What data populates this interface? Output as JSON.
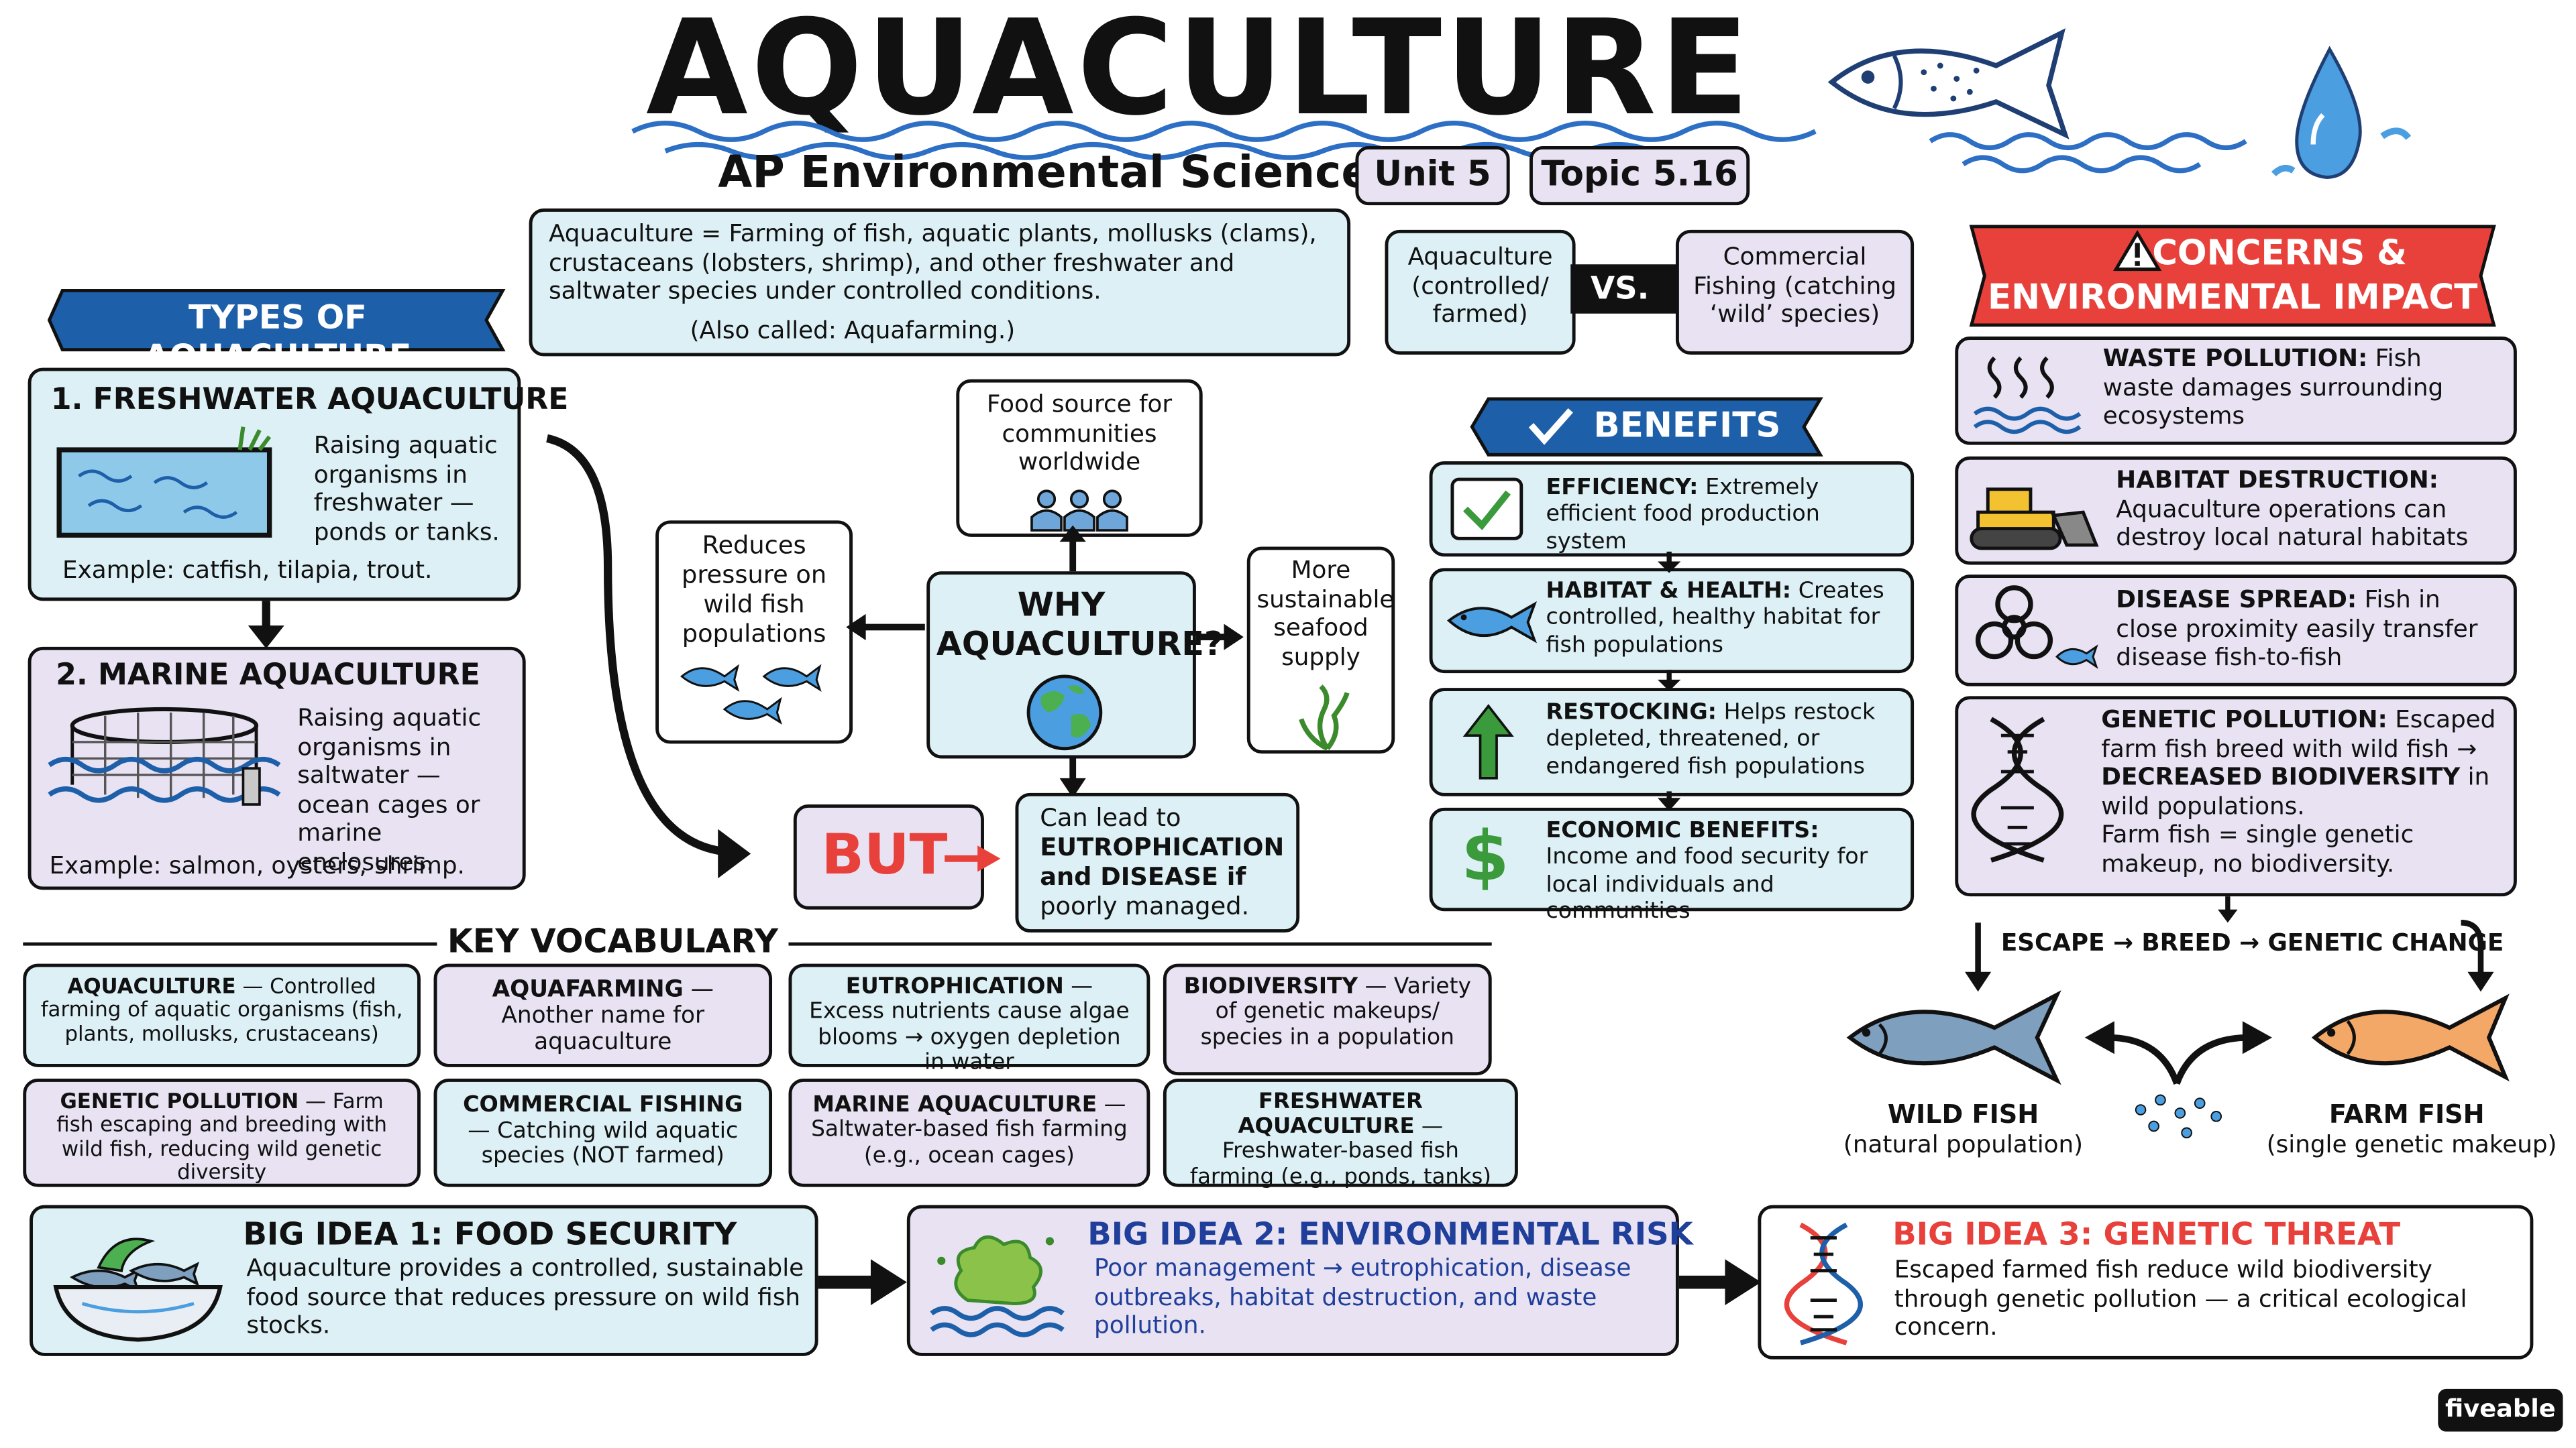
{
  "header": {
    "title": "AQUACULTURE",
    "subtitle": "AP Environmental Science",
    "unit": "Unit 5",
    "topic": "Topic 5.16"
  },
  "definition": {
    "text": "Aquaculture = Farming of fish, aquatic plants, mollusks (clams), crustaceans (lobsters, shrimp), and other freshwater and saltwater species under controlled conditions.",
    "also": "(Also called: Aquafarming.)"
  },
  "comparison": {
    "left": "Aquaculture (controlled/ farmed)",
    "vs": "VS.",
    "right": "Commercial Fishing (catching ‘wild’ species)"
  },
  "types": {
    "heading": "TYPES OF AQUACULTURE",
    "freshwater": {
      "title": "1. FRESHWATER AQUACULTURE",
      "desc": "Raising aquatic organisms in freshwater — ponds or tanks.",
      "example": "Example: catfish, tilapia, trout."
    },
    "marine": {
      "title": "2. MARINE AQUACULTURE",
      "desc": "Raising aquatic organisms in saltwater — ocean cages or marine enclosures.",
      "example": "Example: salmon, oysters, shrimp."
    }
  },
  "why": {
    "center": "WHY AQUACULTURE?",
    "top": "Food source for communities worldwide",
    "left": "Reduces pressure on wild fish populations",
    "right": "More sustainable seafood supply",
    "but": "BUT",
    "but_text_1": "Can lead to",
    "but_text_2": "EUTROPHICATION",
    "but_text_3": "and DISEASE if",
    "but_text_4": "poorly managed."
  },
  "benefits": {
    "heading": "BENEFITS",
    "items": [
      {
        "label": "EFFICIENCY:",
        "text": "Extremely efficient food production system"
      },
      {
        "label": "HABITAT & HEALTH:",
        "text": "Creates controlled, healthy habitat for fish populations"
      },
      {
        "label": "RESTOCKING:",
        "text": "Helps restock depleted, threatened, or endangered fish populations"
      },
      {
        "label": "ECONOMIC BENEFITS:",
        "text": "Income and food security for local individuals and communities"
      }
    ]
  },
  "concerns": {
    "heading_1": "CONCERNS &",
    "heading_2": "ENVIRONMENTAL IMPACT",
    "items": [
      {
        "label": "WASTE POLLUTION:",
        "text": "Fish waste damages surrounding ecosystems"
      },
      {
        "label": "HABITAT DESTRUCTION:",
        "text": "Aquaculture operations can destroy local natural habitats"
      },
      {
        "label": "DISEASE SPREAD:",
        "text": "Fish in close proximity easily transfer disease fish-to-fish"
      },
      {
        "label": "GENETIC POLLUTION:",
        "text": "Escaped farm fish breed with wild fish →",
        "bold": "DECREASED BIODIVERSITY",
        "text2": "in wild populations.",
        "text3": "Farm fish = single genetic makeup, no biodiversity."
      }
    ],
    "chain": "ESCAPE → BREED → GENETIC CHANGE",
    "wild_label": "WILD FISH",
    "wild_sub": "(natural population)",
    "farm_label": "FARM FISH",
    "farm_sub": "(single genetic makeup)"
  },
  "vocab": {
    "heading": "KEY VOCABULARY",
    "items": [
      {
        "term": "AQUACULTURE",
        "def": "— Controlled farming of aquatic organisms (fish, plants, mollusks, crustaceans)"
      },
      {
        "term": "AQUAFARMING",
        "def": "— Another name for aquaculture"
      },
      {
        "term": "EUTROPHICATION",
        "def": "— Excess nutrients cause algae blooms → oxygen depletion in water"
      },
      {
        "term": "BIODIVERSITY",
        "def": "— Variety of genetic makeups/ species in a population"
      },
      {
        "term": "GENETIC POLLUTION",
        "def": "— Farm fish escaping and breeding with wild fish, reducing wild genetic diversity"
      },
      {
        "term": "COMMERCIAL FISHING",
        "def": "— Catching wild aquatic species (NOT farmed)"
      },
      {
        "term": "MARINE AQUACULTURE",
        "def": "— Saltwater-based fish farming (e.g., ocean cages)"
      },
      {
        "term": "FRESHWATER AQUACULTURE",
        "def": "— Freshwater-based fish farming (e.g., ponds, tanks)"
      }
    ]
  },
  "big_ideas": [
    {
      "title": "BIG IDEA 1:  FOOD SECURITY",
      "text": "Aquaculture provides a controlled, sustainable food source that reduces pressure on wild fish stocks."
    },
    {
      "title": "BIG IDEA 2:  ENVIRONMENTAL RISK",
      "text": "Poor management → eutrophication, disease outbreaks, habitat destruction, and waste pollution."
    },
    {
      "title": "BIG IDEA 3:  GENETIC THREAT",
      "text": "Escaped farmed fish reduce wild biodiversity through genetic pollution — a critical ecological concern."
    }
  ],
  "brand": "fiveable",
  "colors": {
    "blue_box": "#dcf0f5",
    "purple_box": "#e8e2f3",
    "ribbon_blue": "#1d5fa8",
    "ribbon_red": "#e8403a",
    "water": "#2d6fc4",
    "accent_red": "#e8403a"
  }
}
